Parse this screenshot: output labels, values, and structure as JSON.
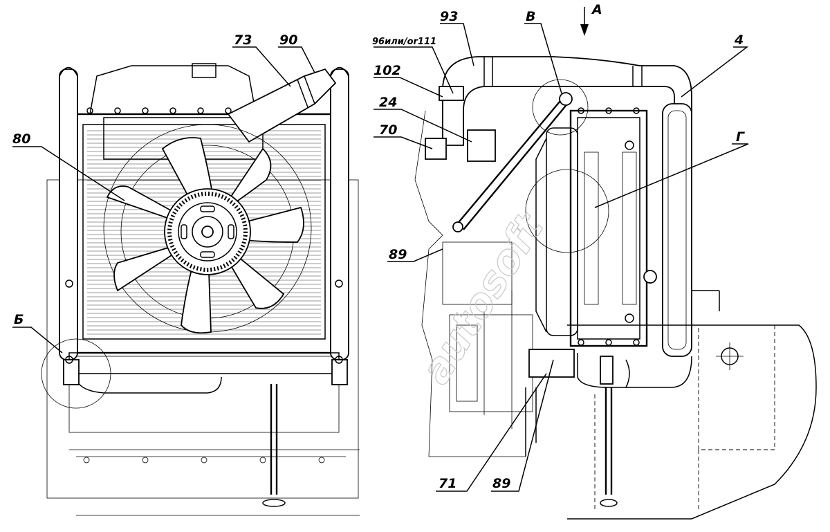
{
  "labels": {
    "l73": "73",
    "l90": "90",
    "l80": "80",
    "lB_left": "Б",
    "l93": "93",
    "lV": "В",
    "lA": "А",
    "l4": "4",
    "l96": "96или/or111",
    "l102": "102",
    "l24": "24",
    "l70": "70",
    "lG": "Г",
    "l89a": "89",
    "l71": "71",
    "l89b": "89"
  },
  "watermark": "autosoft"
}
